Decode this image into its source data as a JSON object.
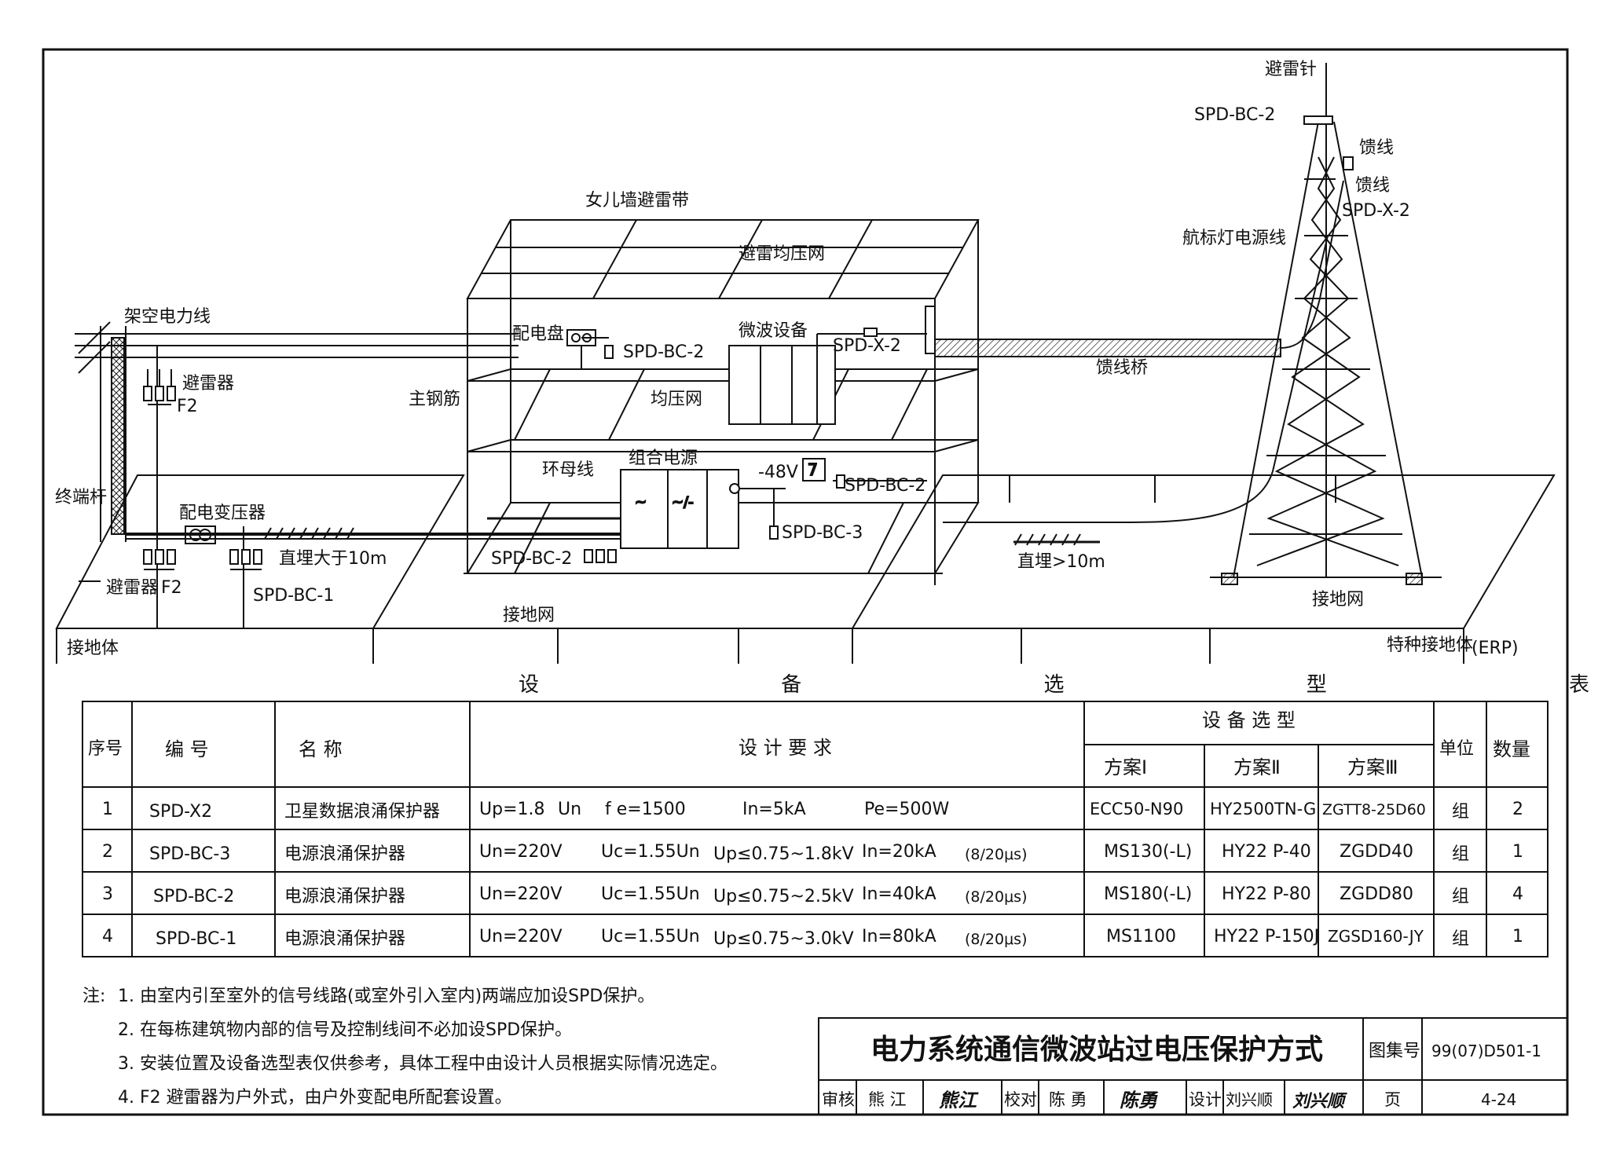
{
  "diagram_labels": {
    "lightning_rod": "避雷针",
    "tower_spd_top": "SPD-BC-2",
    "feeder_a": "馈线",
    "feeder_b": "馈线",
    "tower_spd_x": "SPD-X-2",
    "nav_light_power": "航标灯电源线",
    "parapet_belt": "女儿墙避雷带",
    "roof_grid": "避雷均压网",
    "overhead_line": "架空电力线",
    "arrester_top": "避雷器",
    "f2_top": "F2",
    "terminal_pole": "终端杆",
    "dist_panel": "配电盘",
    "spd_bc2_panel": "SPD-BC-2",
    "microwave_equipment": "微波设备",
    "spd_x2_room": "SPD-X-2",
    "feeder_bridge": "馈线桥",
    "main_rebar": "主钢筋",
    "equipotential_grid": "均压网",
    "ring_bus": "环母线",
    "combined_power": "组合电源",
    "dc48v": "-48V",
    "spd_bc2_right": "SPD-BC-2",
    "spd_bc3": "SPD-BC-3",
    "spd_bc2_bottom": "SPD-BC-2",
    "transformer": "配电变压器",
    "buried_left": "直埋大于10m",
    "buried_right": "直埋>10m",
    "arrester_bottom": "避雷器",
    "f2_bottom": "F2",
    "spd_bc1": "SPD-BC-1",
    "ground_net_left": "接地网",
    "ground_net_right": "接地网",
    "ground_body": "接地体",
    "special_ground": "特种接地体",
    "erp": "(ERP)"
  },
  "table": {
    "title": "设 备 选 型 表",
    "headers": {
      "seq": "序号",
      "code": "编 号",
      "name": "名 称",
      "req": "设 计 要 求",
      "selection": "设 备 选 型",
      "plan1": "方案Ⅰ",
      "plan2": "方案Ⅱ",
      "plan3": "方案Ⅲ",
      "unit": "单位",
      "qty": "数量"
    },
    "rows": [
      {
        "seq": "1",
        "code": "SPD-X2",
        "name": "卫星数据浪涌保护器",
        "r1": "Up=1.8",
        "r2": "Un",
        "r3": "f e=1500",
        "r4": "In=5kA",
        "r5": "Pe=500W",
        "r6": "",
        "p1": "ECC50-N90",
        "p2": "HY2500TN-G",
        "p3": "ZGTT8-25D60",
        "unit": "组",
        "qty": "2"
      },
      {
        "seq": "2",
        "code": "SPD-BC-3",
        "name": "电源浪涌保护器",
        "r1": "Un=220V",
        "r2": "Uc=1.55Un",
        "r3": "Up≤0.75~1.8kV",
        "r4": "In=20kA",
        "r5": "",
        "r6": "(8/20μs)",
        "p1": "MS130(-L)",
        "p2": "HY22 P-40",
        "p3": "ZGDD40",
        "unit": "组",
        "qty": "1"
      },
      {
        "seq": "3",
        "code": "SPD-BC-2",
        "name": "电源浪涌保护器",
        "r1": "Un=220V",
        "r2": "Uc=1.55Un",
        "r3": "Up≤0.75~2.5kV",
        "r4": "In=40kA",
        "r5": "",
        "r6": "(8/20μs)",
        "p1": "MS180(-L)",
        "p2": "HY22 P-80",
        "p3": "ZGDD80",
        "unit": "组",
        "qty": "4"
      },
      {
        "seq": "4",
        "code": "SPD-BC-1",
        "name": "电源浪涌保护器",
        "r1": "Un=220V",
        "r2": "Uc=1.55Un",
        "r3": "Up≤0.75~3.0kV",
        "r4": "In=80kA",
        "r5": "",
        "r6": "(8/20μs)",
        "p1": "MS1100",
        "p2": "HY22 P-150J",
        "p3": "ZGSD160-JY",
        "unit": "组",
        "qty": "1"
      }
    ]
  },
  "notes": {
    "prefix": "注:",
    "items": [
      "1. 由室内引至室外的信号线路(或室外引入室内)两端应加设SPD保护。",
      "2. 在每栋建筑物内部的信号及控制线间不必加设SPD保护。",
      "3. 安装位置及设备选型表仅供参考，具体工程中由设计人员根据实际情况选定。",
      "4. F2 避雷器为户外式，由户外变配电所配套设置。"
    ]
  },
  "title_block": {
    "title": "电力系统通信微波站过电压保护方式",
    "atlas_label": "图集号",
    "atlas_no": "99(07)D501-1",
    "review_label": "审核",
    "reviewer": "熊 江",
    "review_sign": "熊江",
    "check_label": "校对",
    "checker": "陈 勇",
    "check_sign": "陈勇",
    "design_label": "设计",
    "designer": "刘兴顺",
    "design_sign": "刘兴顺",
    "page_label": "页",
    "page_no": "4-24"
  }
}
